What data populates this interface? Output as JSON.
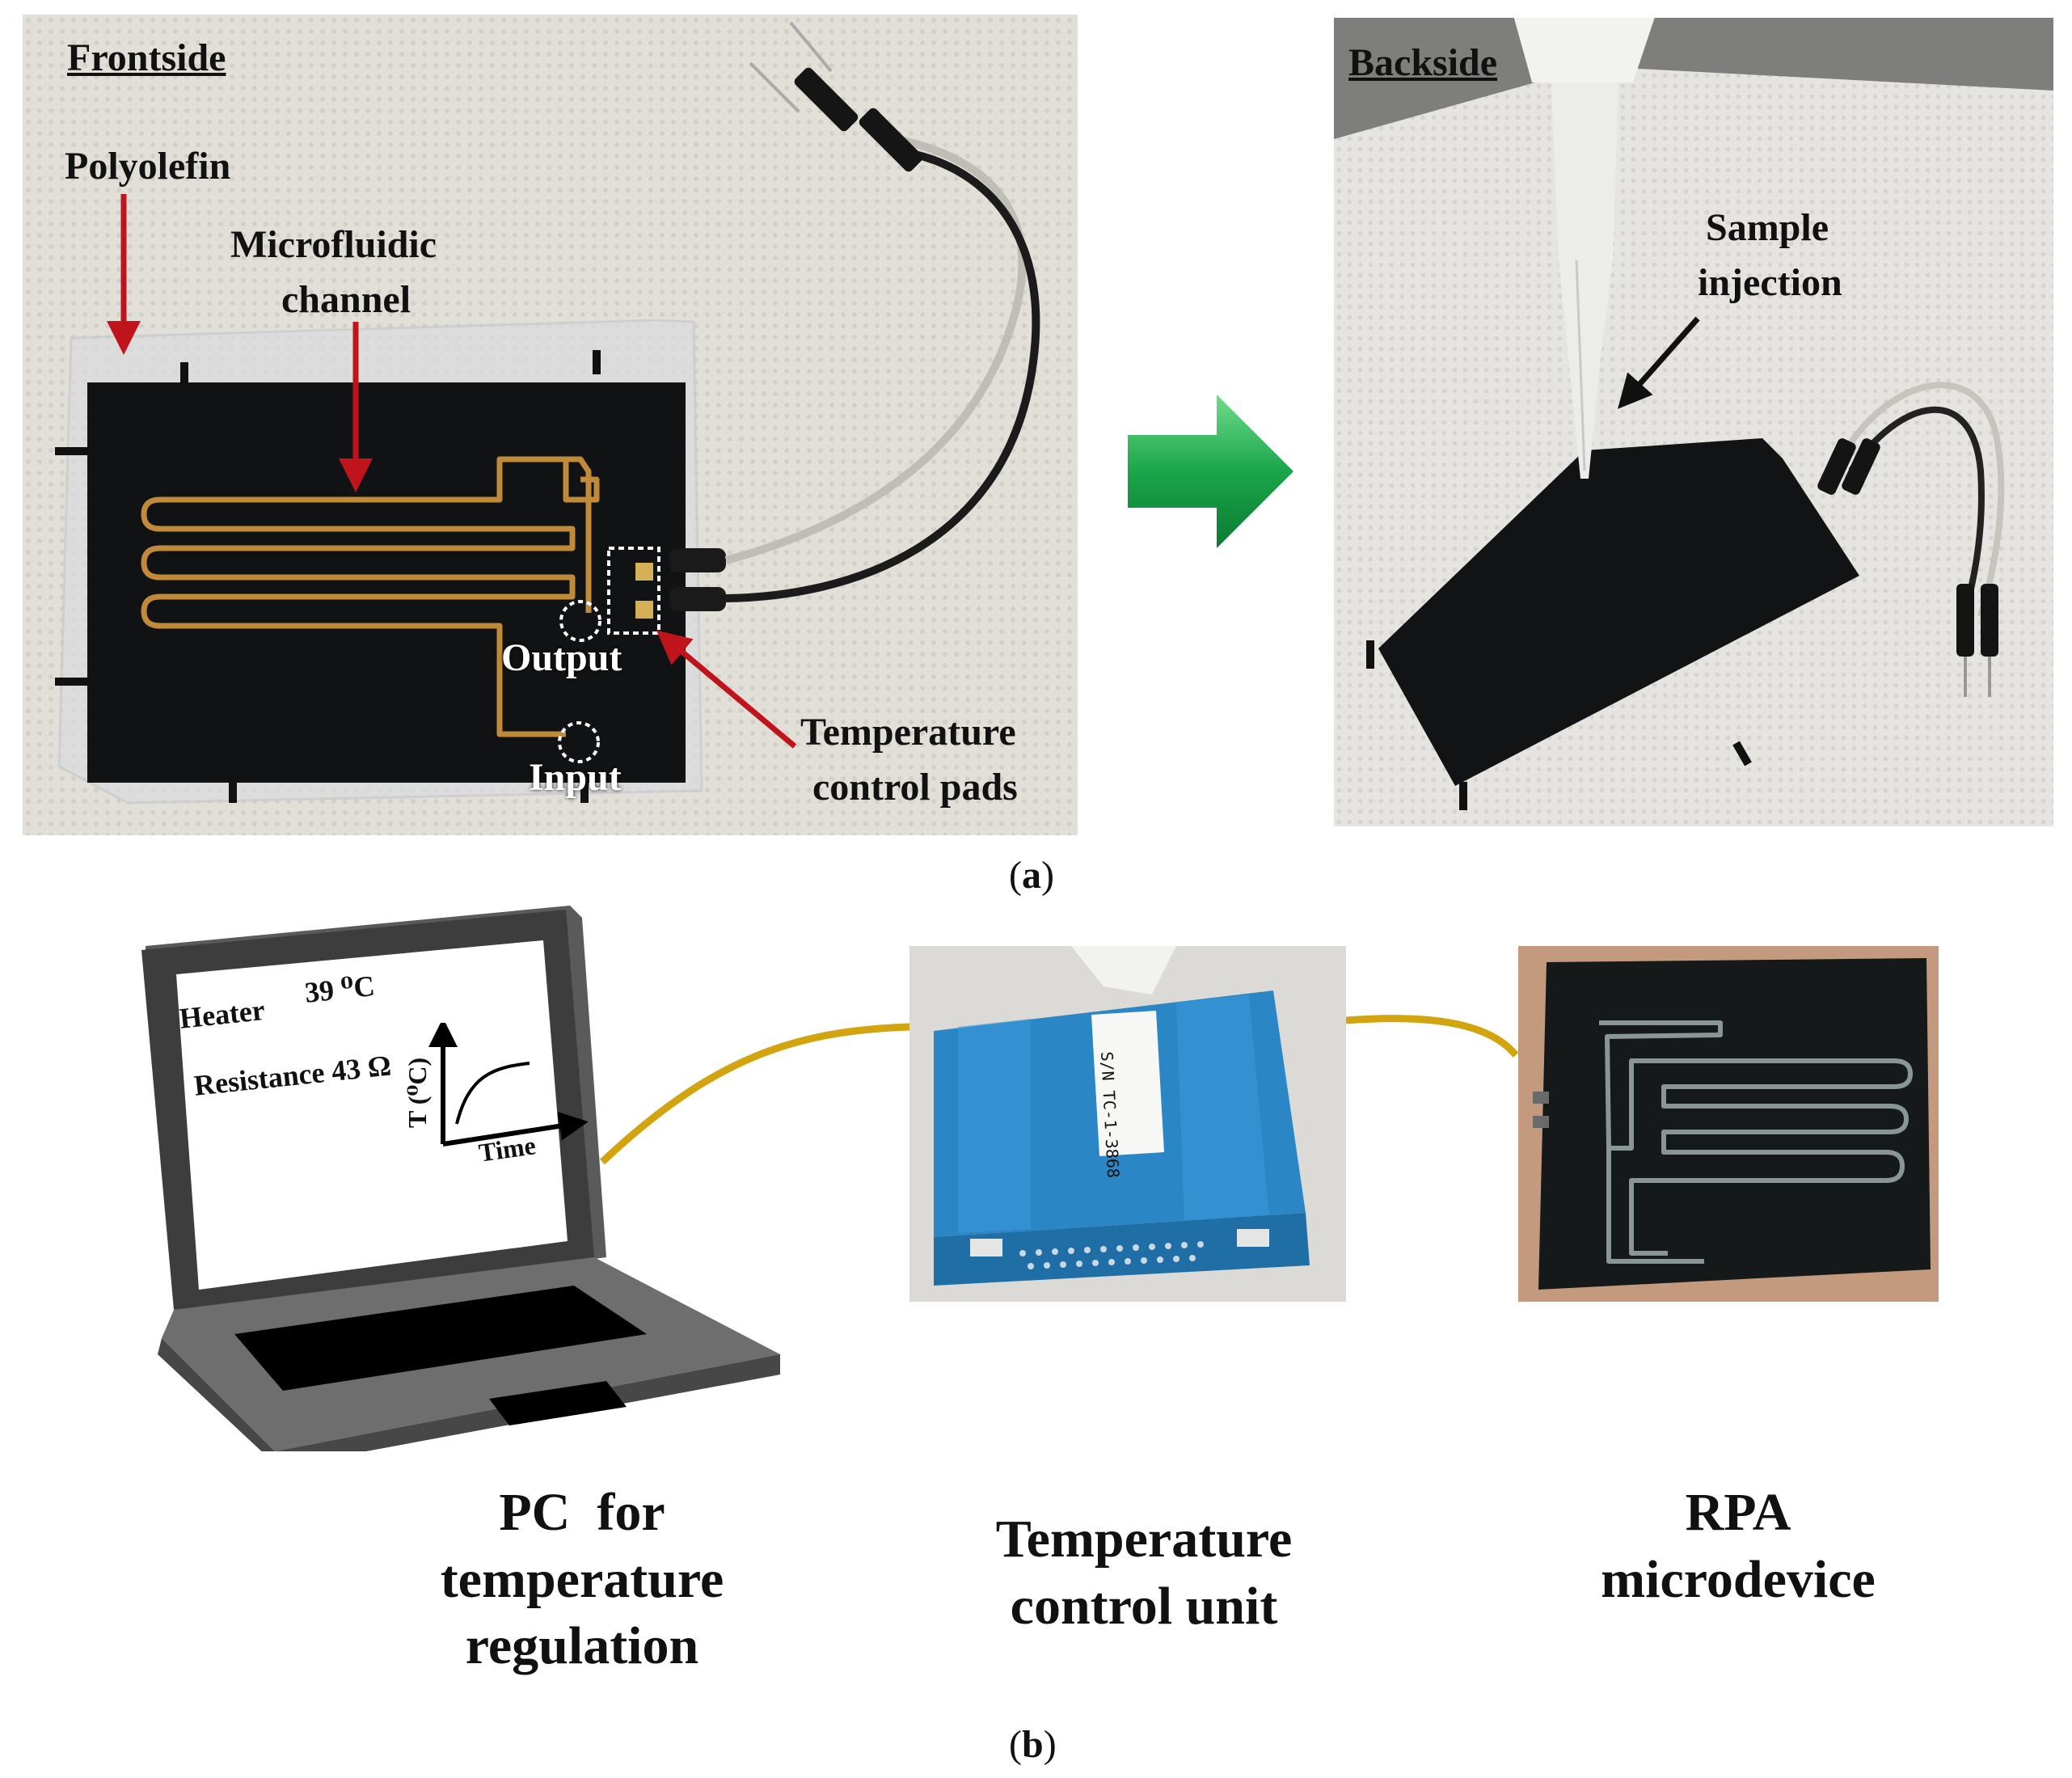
{
  "panel_a": {
    "frontside": {
      "title": "Frontside",
      "labels": {
        "polyolefin": "Polyolefin",
        "microfluidic_line1": "Microfluidic",
        "microfluidic_line2": "channel",
        "output": "Output",
        "input": "Input",
        "temp_pads_line1": "Temperature",
        "temp_pads_line2": "control pads"
      }
    },
    "backside": {
      "title": "Backside",
      "labels": {
        "sample_line1": "Sample",
        "sample_line2": "injection"
      }
    },
    "caption_open": "(",
    "caption_letter": "a",
    "caption_close": ")"
  },
  "panel_b": {
    "laptop_screen": {
      "heater": "Heater",
      "temp_value": "39 ⁰C",
      "resistance": "Resistance 43 Ω",
      "y_axis": "T (⁰C)",
      "x_axis": "Time"
    },
    "temp_box_label_text": "S/N TC-1-3868",
    "labels": {
      "pc_line1": "PC  for",
      "pc_line2": "temperature",
      "pc_line3": "regulation",
      "tcu_line1": "Temperature",
      "tcu_line2": "control unit",
      "rpa_line1": "RPA",
      "rpa_line2": "microdevice"
    },
    "caption_open": "(",
    "caption_letter": "b",
    "caption_close": ")"
  },
  "colors": {
    "arrow_red": "#c0141c",
    "arrow_green": "#1aa54a",
    "wire_gold": "#d2a410",
    "device_black": "#101214",
    "channel_gold": "#c08a3a",
    "box_blue": "#2b86c5"
  }
}
